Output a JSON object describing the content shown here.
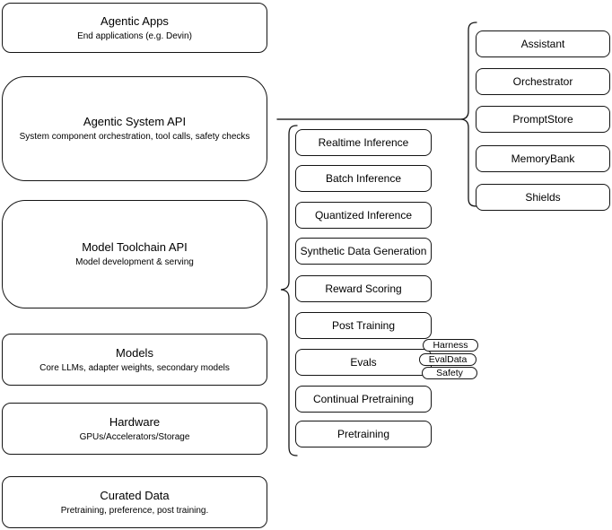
{
  "diagram": {
    "stack": [
      {
        "title": "Agentic Apps",
        "subtitle": "End applications (e.g. Devin)"
      },
      {
        "title": "Agentic System API",
        "subtitle": "System component orchestration, tool calls, safety checks"
      },
      {
        "title": "Model Toolchain API",
        "subtitle": "Model development & serving"
      },
      {
        "title": "Models",
        "subtitle": "Core LLMs, adapter weights, secondary models"
      },
      {
        "title": "Hardware",
        "subtitle": "GPUs/Accelerators/Storage"
      },
      {
        "title": "Curated Data",
        "subtitle": "Pretraining, preference, post training."
      }
    ],
    "toolchain": {
      "items": [
        "Realtime Inference",
        "Batch Inference",
        "Quantized Inference",
        "Synthetic Data Generation",
        "Reward Scoring",
        "Post Training",
        "Evals",
        "Continual Pretraining",
        "Pretraining"
      ]
    },
    "eval_tags": [
      "Harness",
      "EvalData",
      "Safety"
    ],
    "components": [
      "Assistant",
      "Orchestrator",
      "PromptStore",
      "MemoryBank",
      "Shields"
    ],
    "colors": {
      "stroke": "#141414",
      "background": "#ffffff",
      "text": "#000000"
    }
  }
}
